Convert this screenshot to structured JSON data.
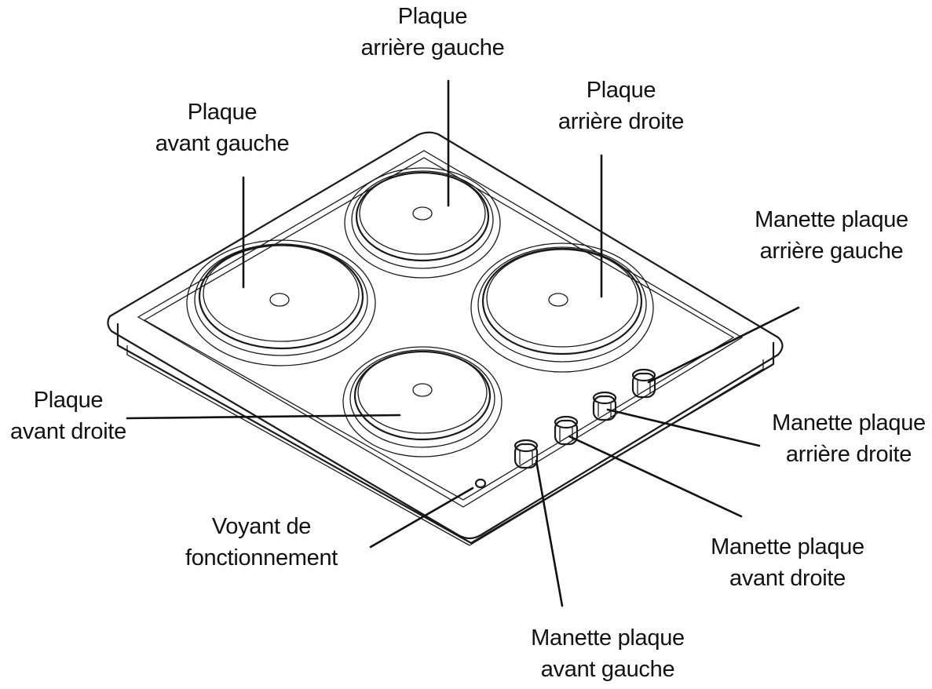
{
  "labels": {
    "plaque_arriere_gauche": [
      "Plaque",
      "arrière gauche"
    ],
    "plaque_avant_gauche": [
      "Plaque",
      "avant gauche"
    ],
    "plaque_arriere_droite": [
      "Plaque",
      "arrière droite"
    ],
    "plaque_avant_droite": [
      "Plaque",
      "avant droite"
    ],
    "manette_arriere_gauche": [
      "Manette plaque",
      "arrière gauche"
    ],
    "manette_arriere_droite": [
      "Manette plaque",
      "arrière droite"
    ],
    "manette_avant_droite": [
      "Manette plaque",
      "avant droite"
    ],
    "manette_avant_gauche": [
      "Manette plaque",
      "avant gauche"
    ],
    "voyant": [
      "Voyant de",
      "fonctionnement"
    ]
  }
}
